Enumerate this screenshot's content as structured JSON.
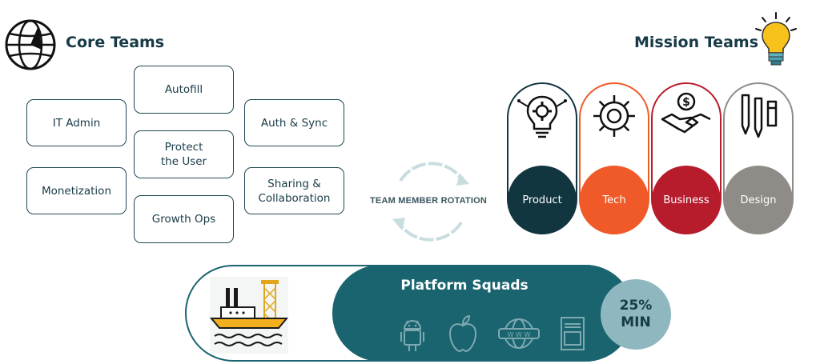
{
  "core": {
    "title": "Core Teams",
    "icon": "globe-icon",
    "teams": {
      "autofill": "Autofill",
      "it_admin": "IT Admin",
      "auth_sync": "Auth & Sync",
      "protect_user": "Protect the User",
      "monetization": "Monetization",
      "sharing": "Sharing & Collaboration",
      "growth_ops": "Growth Ops"
    }
  },
  "mission": {
    "title": "Mission Teams",
    "icon": "lightbulb-icon",
    "teams": [
      {
        "label": "Product",
        "icon": "lightbulb-gear-icon",
        "color": "#12363f"
      },
      {
        "label": "Tech",
        "icon": "gear-icon",
        "color": "#f05a28"
      },
      {
        "label": "Business",
        "icon": "handshake-icon",
        "color": "#b71c2c"
      },
      {
        "label": "Design",
        "icon": "pencils-icon",
        "color": "#8f8c87"
      }
    ]
  },
  "rotation": {
    "label": "TEAM MEMBER ROTATION",
    "icon": "cycle-arrows-icon"
  },
  "platform": {
    "title": "Platform Squads",
    "badge": "25%\nMIN",
    "icons": [
      "android-icon",
      "apple-icon",
      "web-icon",
      "document-icon"
    ],
    "left_icon": "ship-icon"
  },
  "colors": {
    "primary": "#1a6470",
    "dark": "#173a47",
    "badge": "#8fb7bf"
  }
}
